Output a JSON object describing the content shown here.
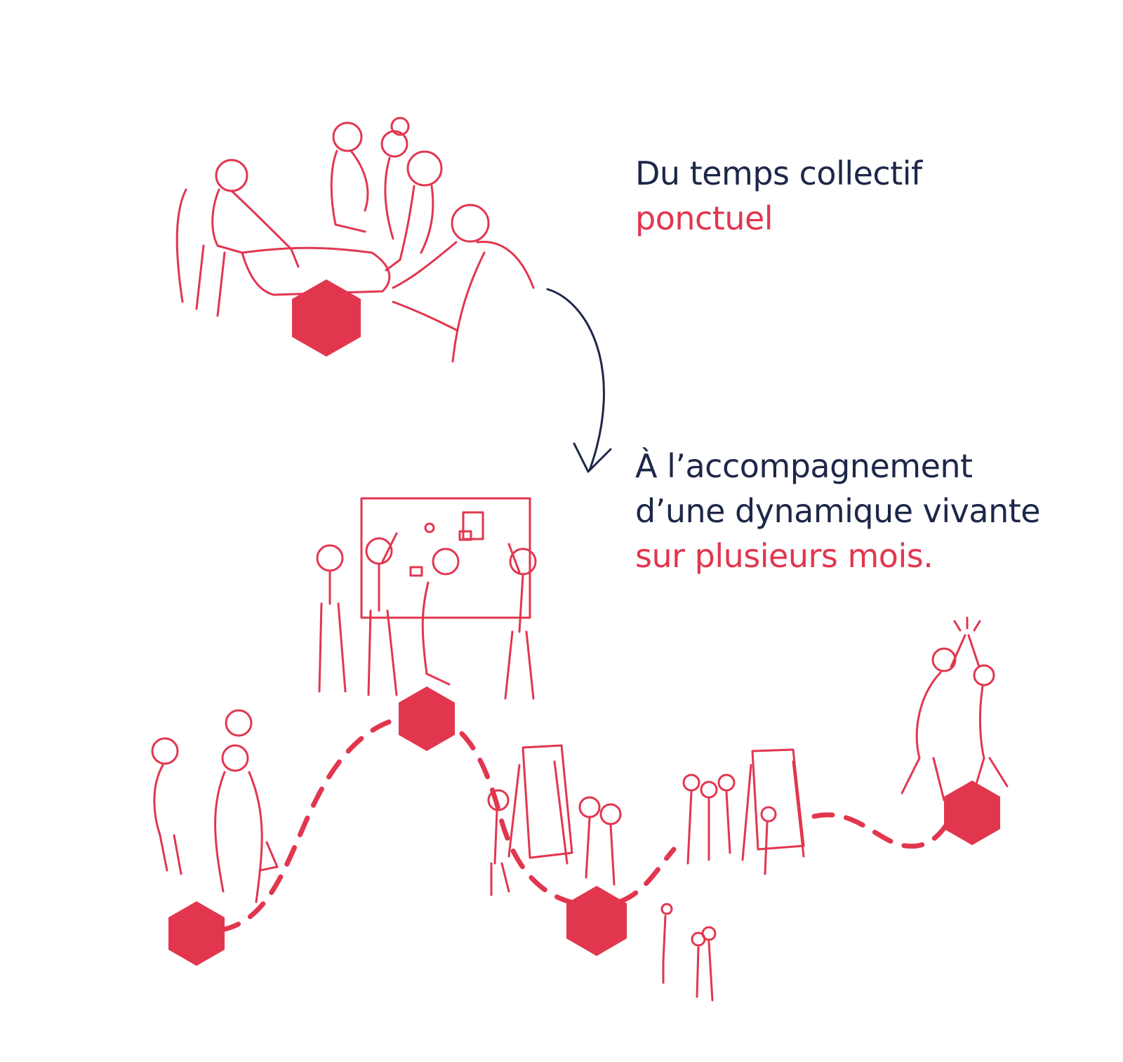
{
  "colors": {
    "navy": "#1d2748",
    "accent_red": "#e2364f",
    "background": "#ffffff"
  },
  "caption_top": {
    "line1": "Du temps collectif",
    "line2": "ponctuel"
  },
  "caption_bottom": {
    "line1": "À l’accompagnement",
    "line2": "d’une dynamique vivante",
    "line3": "sur plusieurs mois."
  },
  "icons": {
    "transition_arrow": "curved-arrow-icon",
    "milestone": "hexagon-icon"
  }
}
